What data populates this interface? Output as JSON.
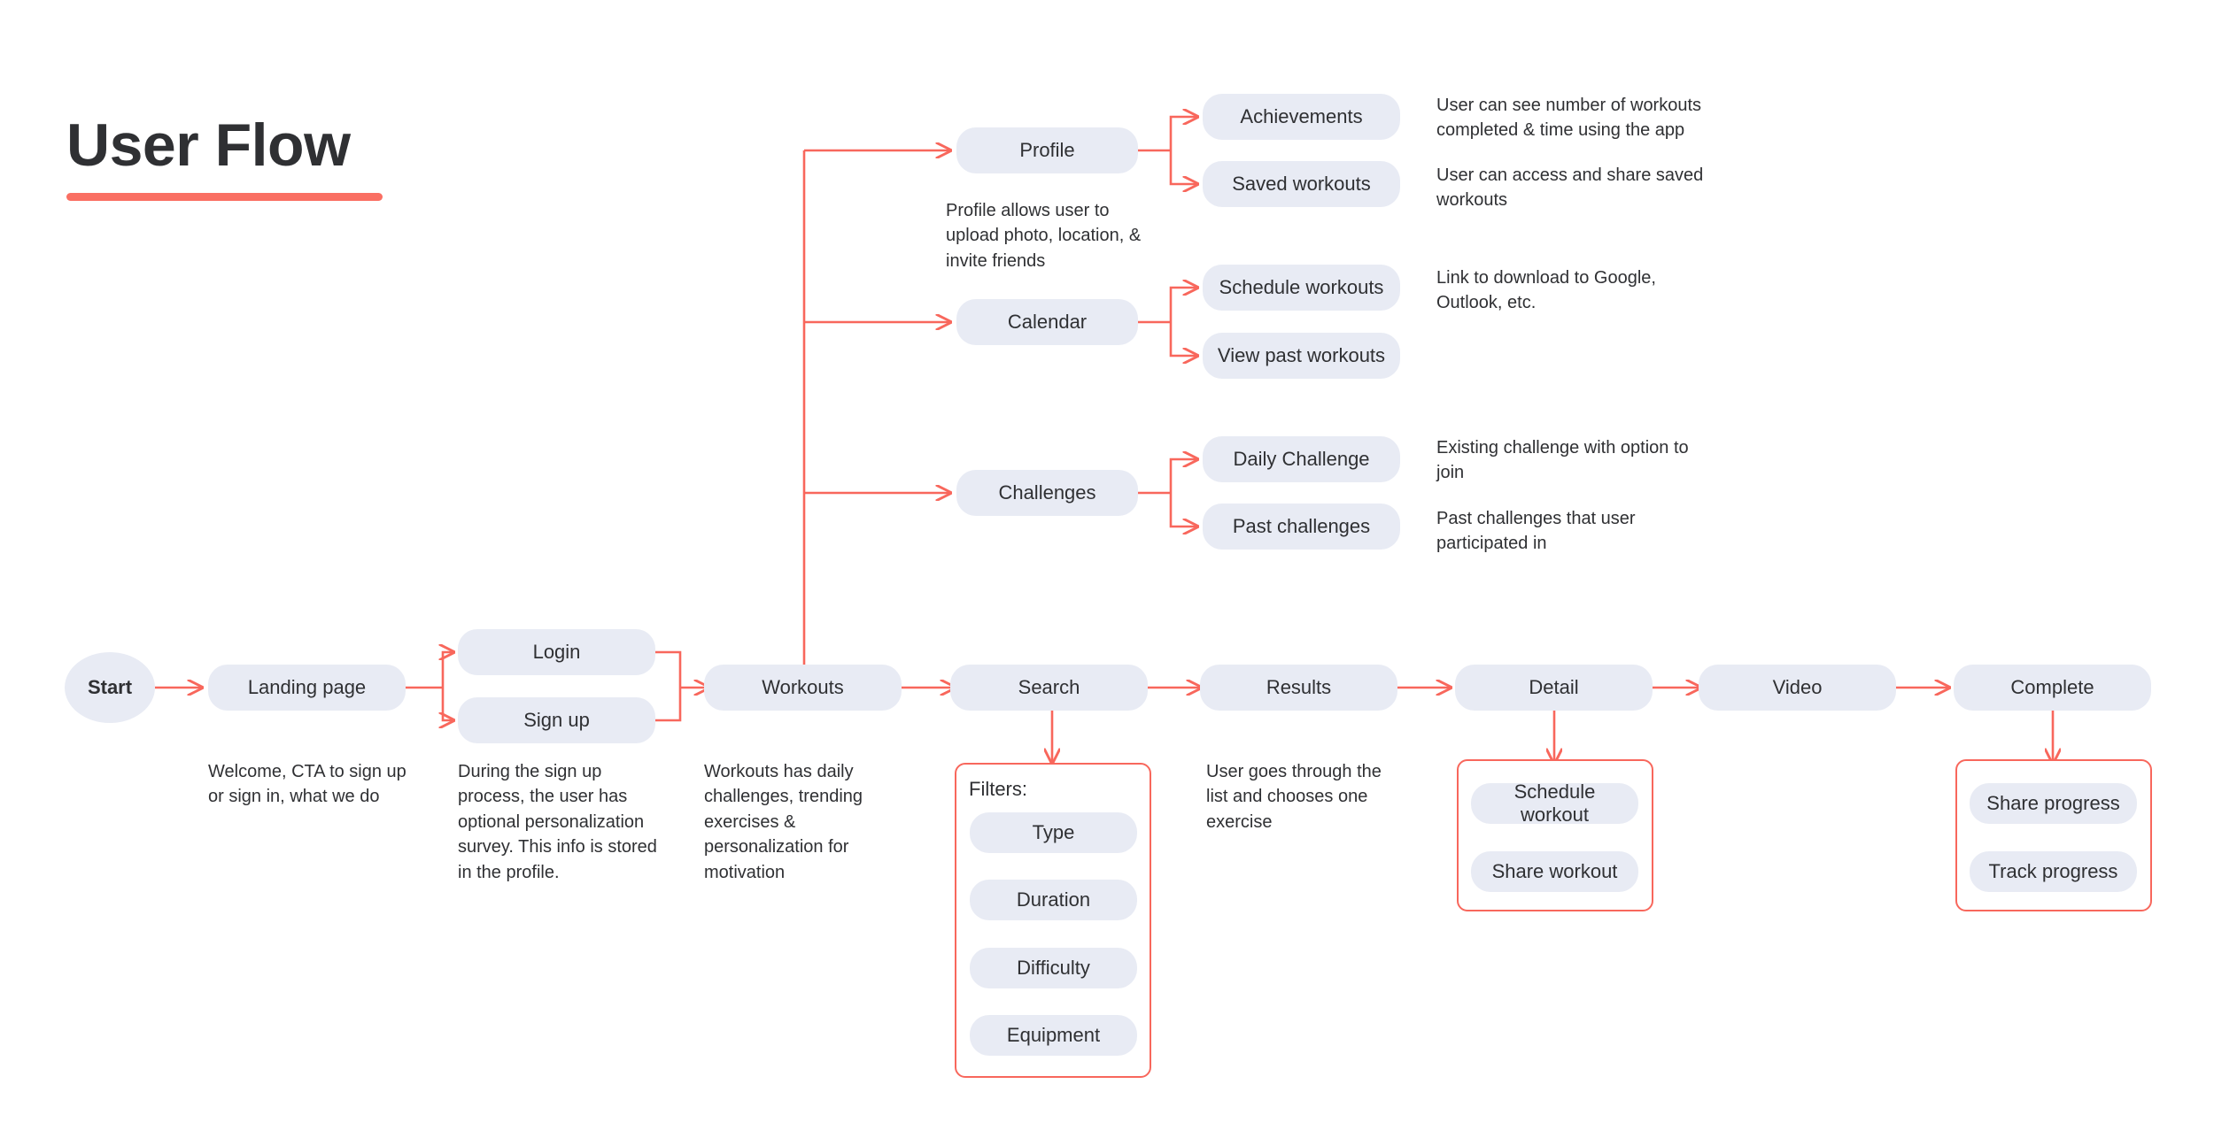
{
  "header": {
    "title": "User Flow",
    "accent_color": "#fa6f63"
  },
  "theme": {
    "node_fill": "#e8ebf4",
    "node_text": "#2f3033",
    "connector_color": "#f8675c",
    "group_border_color": "#f8675c",
    "background": "#ffffff"
  },
  "nodes": {
    "start": "Start",
    "landing_page": "Landing page",
    "login": "Login",
    "sign_up": "Sign up",
    "workouts": "Workouts",
    "search": "Search",
    "results": "Results",
    "detail": "Detail",
    "video": "Video",
    "complete": "Complete",
    "profile": "Profile",
    "achievements": "Achievements",
    "saved_workouts": "Saved workouts",
    "calendar": "Calendar",
    "schedule_workouts": "Schedule workouts",
    "view_past_workouts": "View past workouts",
    "challenges": "Challenges",
    "daily_challenge": "Daily Challenge",
    "past_challenges": "Past challenges",
    "filter_type": "Type",
    "filter_duration": "Duration",
    "filter_difficulty": "Difficulty",
    "filter_equipment": "Equipment",
    "schedule_workout": "Schedule workout",
    "share_workout": "Share workout",
    "share_progress": "Share progress",
    "track_progress": "Track progress"
  },
  "groups": {
    "filters_label": "Filters:"
  },
  "notes": {
    "landing_page": "Welcome, CTA to sign up\nor sign in, what we do",
    "sign_up": "During the sign up\nprocess, the user has\noptional personalization\nsurvey. This info is stored\nin the profile.",
    "workouts": "Workouts has daily\nchallenges, trending\nexercises &\npersonalization for\nmotivation",
    "results": "User goes through the\nlist and chooses one\nexercise",
    "profile": "Profile allows user to\nupload photo, location, &\ninvite friends",
    "achievements": "User can see number of workouts\ncompleted & time using the app",
    "saved_workouts": "User can access and share saved\nworkouts",
    "calendar": "Link to download to Google,\nOutlook, etc.",
    "daily_challenge": "Existing challenge with option to\njoin",
    "past_challenges": "Past challenges that user\nparticipated in"
  }
}
